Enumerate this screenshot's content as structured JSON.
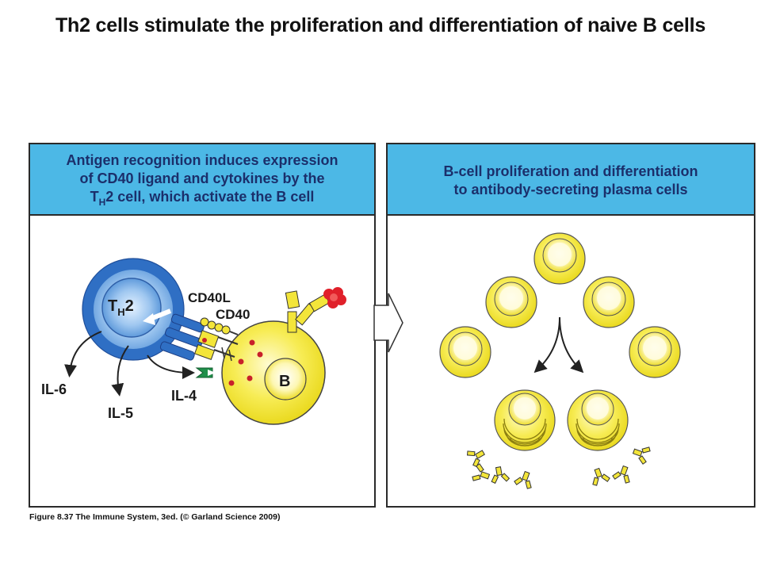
{
  "title": "Th2 cells stimulate the proliferation and differentiation of naive B cells",
  "left_panel": {
    "header_line1": "Antigen recognition induces expression",
    "header_line2": "of CD40 ligand and cytokines by the",
    "header_line3_pre": "T",
    "header_line3_sub": "H",
    "header_line3_post": "2 cell, which activate the B cell",
    "th2_label_T": "T",
    "th2_label_sub": "H",
    "th2_label_post": "2",
    "cd40l_label": "CD40L",
    "cd40_label": "CD40",
    "b_label": "B",
    "il6_label": "IL-6",
    "il5_label": "IL-5",
    "il4_label": "IL-4"
  },
  "right_panel": {
    "header_line1": "B-cell proliferation and differentiation",
    "header_line2": "to antibody-secreting plasma cells"
  },
  "caption": "Figure 8.37 The Immune System, 3ed. (© Garland Science 2009)",
  "colors": {
    "header_bg": "#4cb8e6",
    "header_text": "#1b2f6b",
    "th2_cell": "#2f6fc4",
    "b_cell": "#f4e832",
    "il4_marker": "#1f8f4a",
    "antigen": "#e0202a"
  }
}
